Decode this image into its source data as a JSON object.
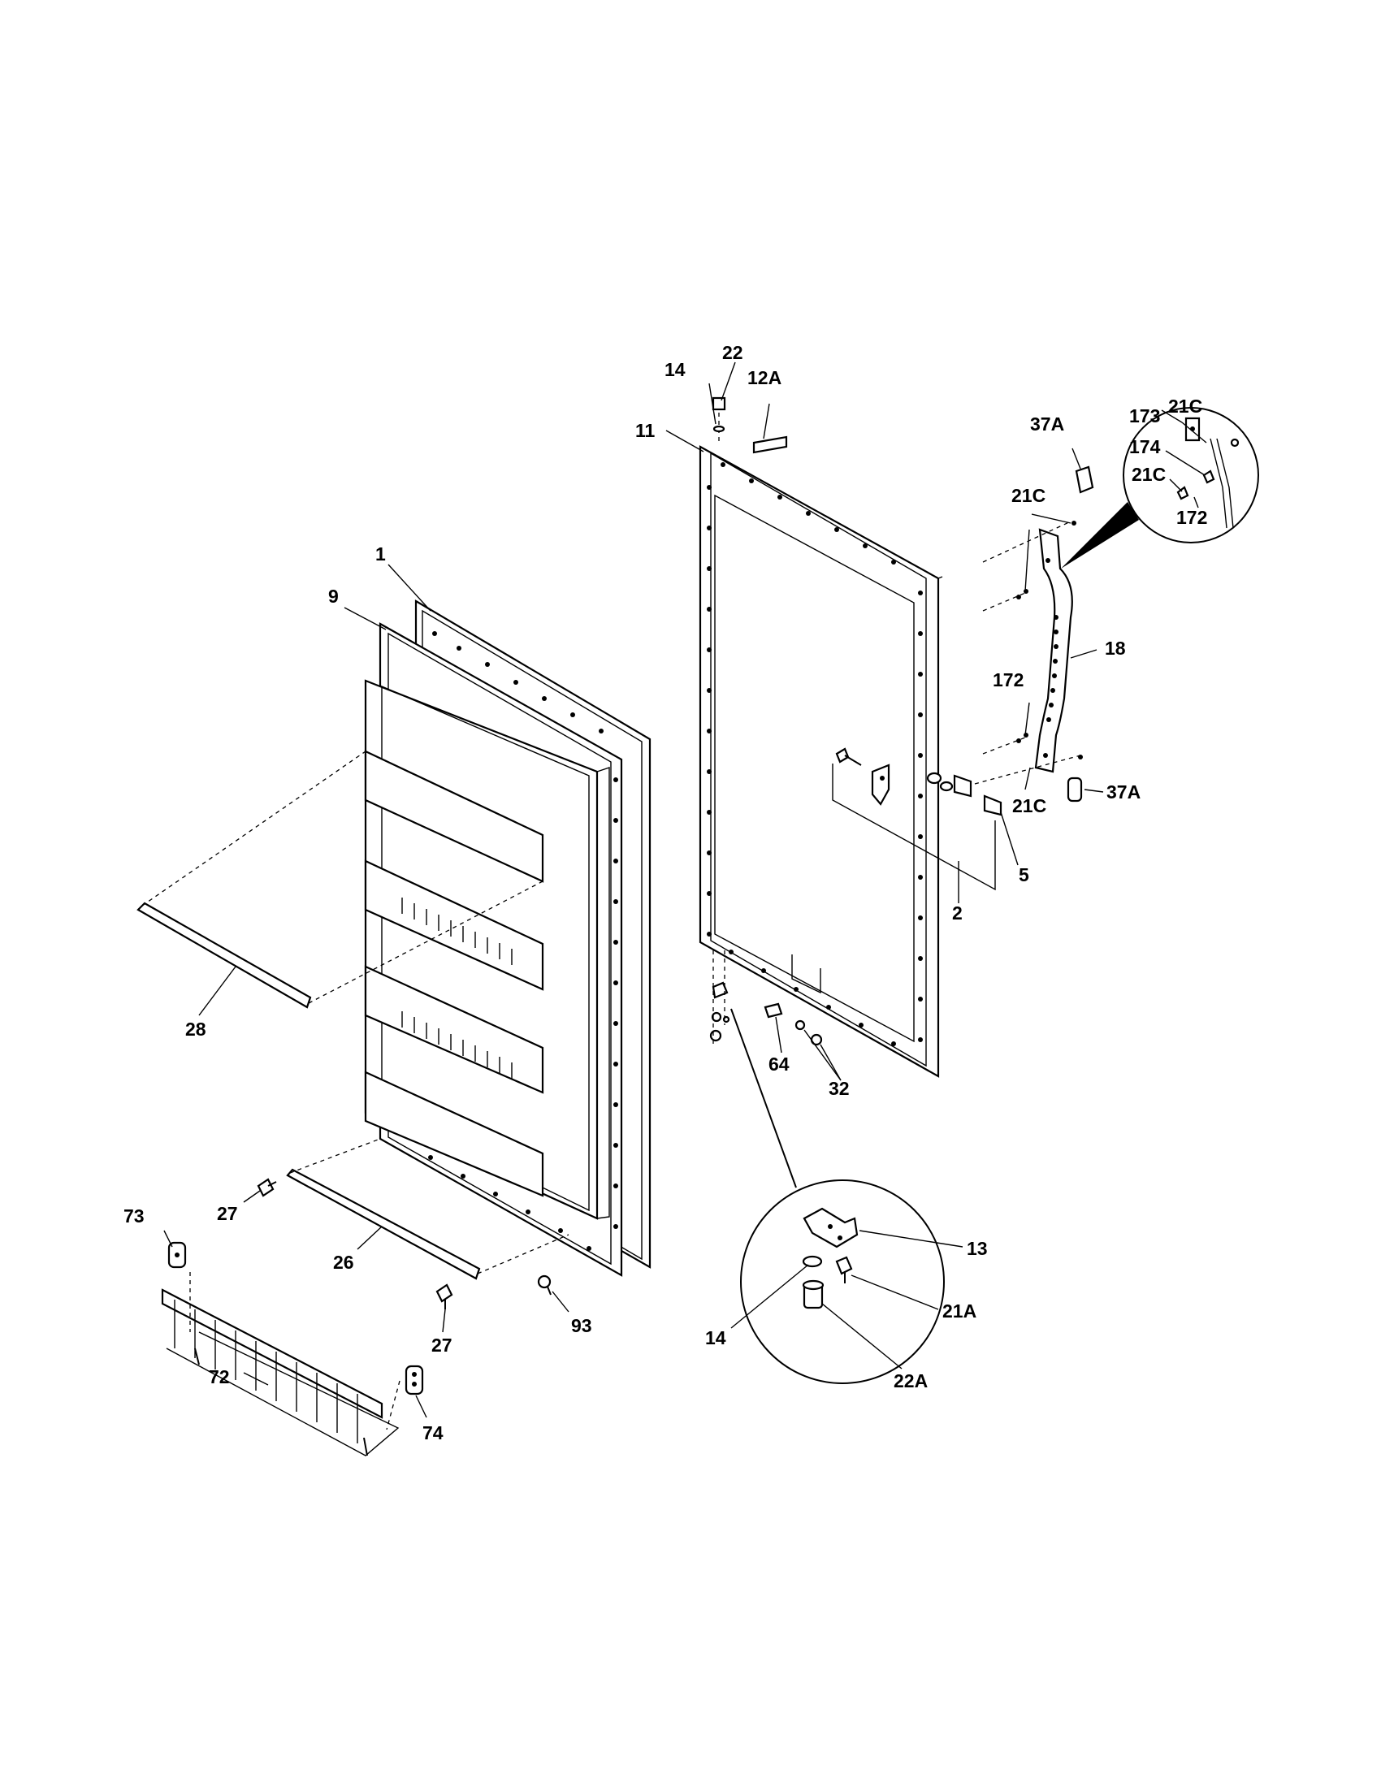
{
  "diagram": {
    "callouts": {
      "c1": "1",
      "c9": "9",
      "c28": "28",
      "c27a": "27",
      "c27b": "27",
      "c26": "26",
      "c73": "73",
      "c72": "72",
      "c74": "74",
      "c93": "93",
      "c14top": "14",
      "c22": "22",
      "c12A": "12A",
      "c11": "11",
      "c37Atop": "37A",
      "c37Abot": "37A",
      "c21Ctop": "21C",
      "c21Cbot": "21C",
      "c172": "172",
      "c18": "18",
      "c5": "5",
      "c2": "2",
      "c64": "64",
      "c32": "32",
      "c13": "13",
      "c21A": "21A",
      "c14bot": "14",
      "c22A": "22A",
      "d21Ca": "21C",
      "d173": "173",
      "d174": "174",
      "d21Cb": "21C",
      "d172": "172"
    }
  }
}
